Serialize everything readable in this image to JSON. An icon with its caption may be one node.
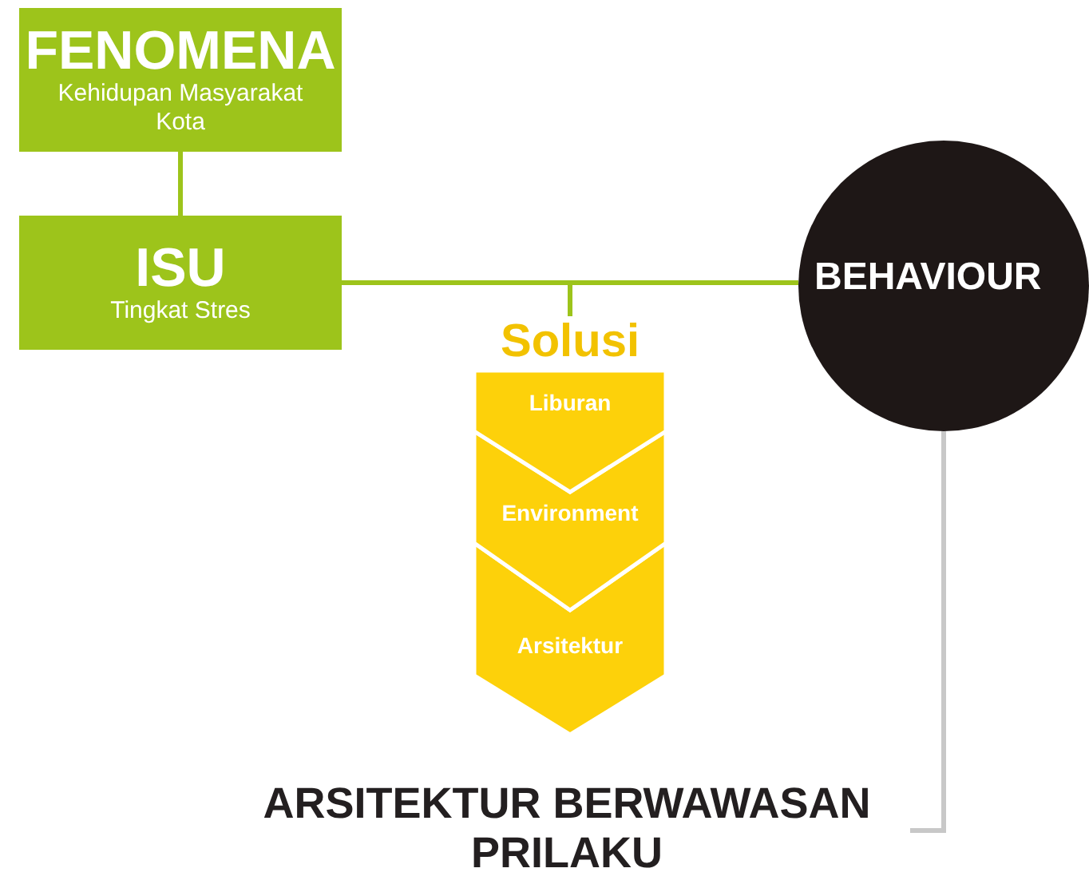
{
  "diagram": {
    "nodes": [
      {
        "text": [
          "FENOMENA",
          "Kehidupan Masyarakat Kota"
        ]
      },
      {
        "text": [
          "ISU",
          "Tingkat Stres"
        ]
      },
      {
        "text": [
          "BEHAVIOUR"
        ]
      },
      {
        "text": [
          "Solusi"
        ]
      },
      {
        "text": [
          "Liburan"
        ],
        "in": 3
      },
      {
        "text": [
          "Environment"
        ],
        "in": 3
      },
      {
        "text": [
          "Arsitektur"
        ],
        "in": 3
      },
      {
        "text": [
          "ARSITEKTUR BERWAWASAN PRILAKU"
        ]
      }
    ],
    "edges": [
      {
        "from": 0,
        "to": 1,
        "arrow": "none"
      },
      {
        "from": 1,
        "to": 2,
        "arrow": "none"
      },
      {
        "from": 1,
        "to": 3,
        "arrow": "none"
      },
      {
        "from": 2,
        "to": 7,
        "arrow": "none",
        "color": "#c8c8c8"
      }
    ]
  }
}
